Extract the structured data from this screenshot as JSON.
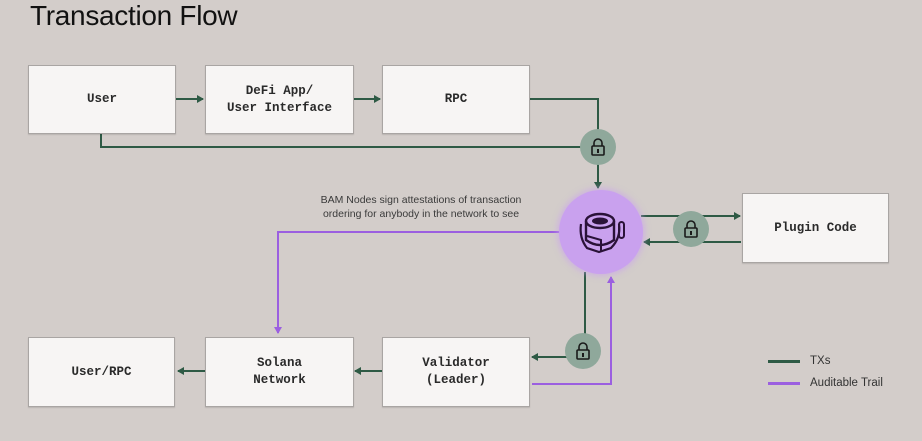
{
  "title": "Transaction Flow",
  "colors": {
    "background": "#d3cdca",
    "txs": "#2e5a45",
    "auditable_trail": "#9b5fe0",
    "lock_fill": "#8fa89b",
    "bam_fill": "#c9a1ee"
  },
  "nodes": {
    "user": "User",
    "defi_app": "DeFi App/\nUser Interface",
    "rpc": "RPC",
    "plugin_code": "Plugin Code",
    "user_rpc": "User/RPC",
    "solana_network": "Solana\nNetwork",
    "validator": "Validator\n(Leader)"
  },
  "bam_node": {
    "icon": "bam-node-icon"
  },
  "locks": {
    "icon": "lock-icon"
  },
  "annotation": "BAM Nodes sign attestations of transaction\nordering for anybody in the network to see",
  "legend": [
    {
      "label": "TXs",
      "color": "#2e5a45"
    },
    {
      "label": "Auditable Trail",
      "color": "#9b5fe0"
    }
  ]
}
